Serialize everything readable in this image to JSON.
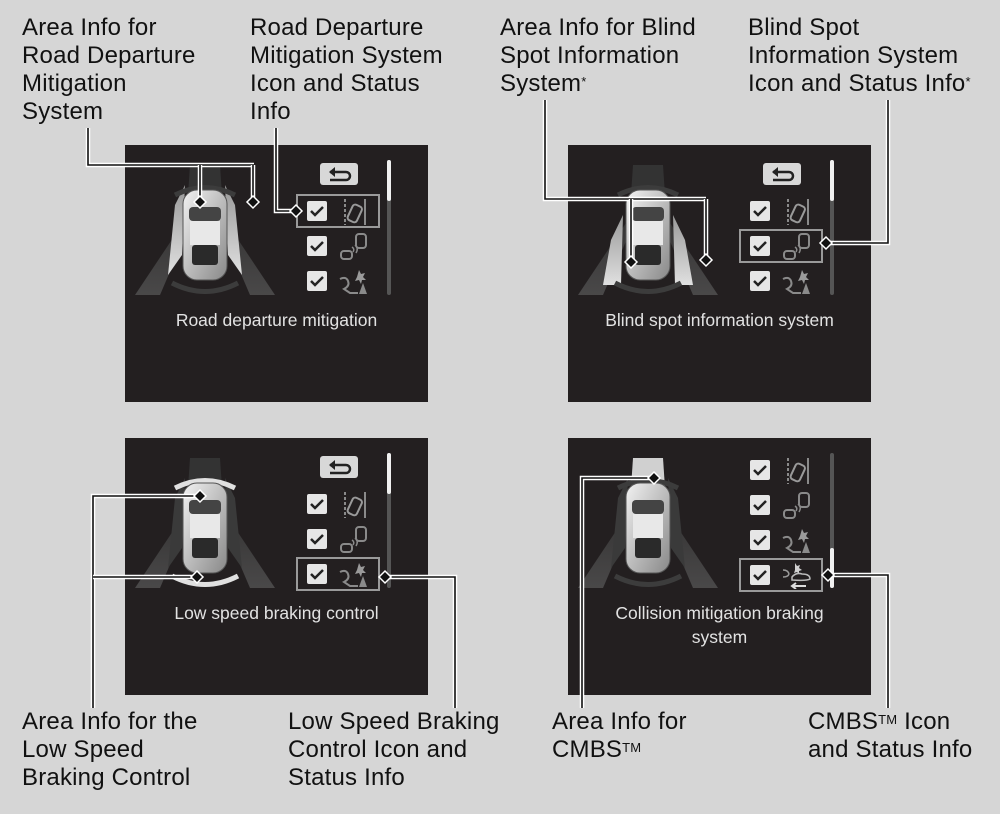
{
  "labels": {
    "rdm_area": {
      "lines": [
        "Area Info for",
        "Road Departure",
        "Mitigation",
        "System"
      ]
    },
    "rdm_icon": {
      "lines": [
        "Road Departure",
        "Mitigation System",
        "Icon and Status",
        "Info"
      ]
    },
    "bsi_area": {
      "lines": [
        "Area Info for Blind",
        "Spot Information",
        "System"
      ],
      "sup": "*"
    },
    "bsi_icon": {
      "lines": [
        "Blind Spot",
        "Information System",
        "Icon and Status Info"
      ],
      "sup": "*"
    },
    "lsb_area": {
      "lines": [
        "Area Info for the",
        "Low Speed",
        "Braking Control"
      ]
    },
    "lsb_icon": {
      "lines": [
        "Low Speed Braking",
        "Control Icon and",
        "Status Info"
      ]
    },
    "cmbs_area": {
      "lines": [
        "Area Info for",
        "CMBS"
      ],
      "sup": "TM"
    },
    "cmbs_icon": {
      "lines": [
        "CMBS",
        "and Status Info"
      ],
      "sup": "TM",
      "suffix": " Icon"
    }
  },
  "panels": [
    {
      "id": "road-departure",
      "caption": [
        "Road departure mitigation"
      ],
      "back": true,
      "highlight": 0,
      "scroll": [
        0,
        0.3
      ],
      "zone": "sides",
      "icons": [
        "lane-departure-icon",
        "blind-spot-icon",
        "low-speed-braking-icon"
      ],
      "checked": [
        true,
        true,
        true
      ]
    },
    {
      "id": "blind-spot",
      "caption": [
        "Blind spot information system"
      ],
      "back": true,
      "highlight": 1,
      "scroll": [
        0,
        0.3
      ],
      "zone": "rear-sides",
      "icons": [
        "lane-departure-icon",
        "blind-spot-icon",
        "low-speed-braking-icon"
      ],
      "checked": [
        true,
        true,
        true
      ]
    },
    {
      "id": "low-speed-braking",
      "caption": [
        "Low speed braking control"
      ],
      "back": true,
      "highlight": 2,
      "scroll": [
        0,
        0.3
      ],
      "zone": "front-rear",
      "icons": [
        "lane-departure-icon",
        "blind-spot-icon",
        "low-speed-braking-icon"
      ],
      "checked": [
        true,
        true,
        true
      ]
    },
    {
      "id": "cmbs",
      "caption": [
        "Collision mitigation braking",
        "system"
      ],
      "back": false,
      "highlight": 3,
      "scroll": [
        0.7,
        1
      ],
      "zone": "front",
      "icons": [
        "lane-departure-icon",
        "blind-spot-icon",
        "low-speed-braking-icon",
        "cmbs-icon"
      ],
      "checked": [
        true,
        true,
        true,
        true
      ]
    }
  ],
  "colors": {
    "background": "#d6d6d6",
    "panel": "#231f20",
    "caption": "#e2e2e2"
  }
}
